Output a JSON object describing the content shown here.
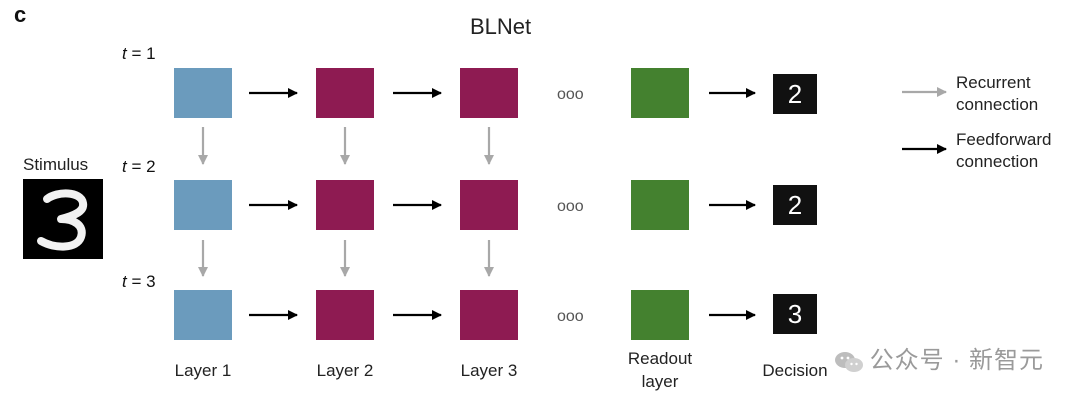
{
  "panel_letter": "c",
  "title": "BLNet",
  "time_steps": [
    {
      "prefix": "t",
      "suffix": " = 1"
    },
    {
      "prefix": "t",
      "suffix": " = 2"
    },
    {
      "prefix": "t",
      "suffix": " = 3"
    }
  ],
  "stimulus": {
    "label": "Stimulus",
    "digit": "3"
  },
  "ellipsis": "ooo",
  "decisions": [
    "2",
    "2",
    "3"
  ],
  "column_labels": {
    "layer1": "Layer 1",
    "layer2": "Layer 2",
    "layer3": "Layer 3",
    "readout_line1": "Readout",
    "readout_line2": "layer",
    "decision": "Decision"
  },
  "legend": {
    "recurrent_line1": "Recurrent",
    "recurrent_line2": "connection",
    "feedforward_line1": "Feedforward",
    "feedforward_line2": "connection"
  },
  "colors": {
    "layer1": "#6b9bbd",
    "layer2_3": "#8e1b52",
    "readout": "#44812f",
    "recurrent_arrow": "#a8a8a8",
    "feedforward_arrow": "#000000"
  },
  "watermark": "公众号 · 新智元"
}
